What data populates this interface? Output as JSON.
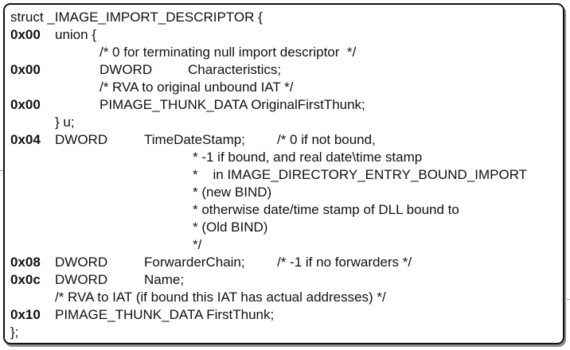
{
  "code_block": {
    "lines": [
      {
        "text": "struct _IMAGE_IMPORT_DESCRIPTOR {"
      },
      {
        "offset": "0x00",
        "text": "union {"
      },
      {
        "text": "/* 0 for terminating null import descriptor  */"
      },
      {
        "offset": "0x00",
        "type": "DWORD",
        "text": "Characteristics;"
      },
      {
        "text": "/* RVA to original unbound IAT */"
      },
      {
        "offset": "0x00",
        "text": "PIMAGE_THUNK_DATA OriginalFirstThunk;"
      },
      {
        "text": "} u;"
      },
      {
        "offset": "0x04",
        "type": "DWORD",
        "name": "TimeDateStamp;",
        "comment": "/* 0 if not bound,"
      },
      {
        "text": "* -1 if bound, and real date\\time stamp"
      },
      {
        "text": "*    in IMAGE_DIRECTORY_ENTRY_BOUND_IMPORT"
      },
      {
        "text": "* (new BIND)"
      },
      {
        "text": "* otherwise date/time stamp of DLL bound to"
      },
      {
        "text": "* (Old BIND)"
      },
      {
        "text": "*/"
      },
      {
        "offset": "0x08",
        "type": "DWORD",
        "name": "ForwarderChain;",
        "comment": "/* -1 if no forwarders */"
      },
      {
        "offset": "0x0c",
        "type": "DWORD",
        "name": "Name;"
      },
      {
        "text": "/* RVA to IAT (if bound this IAT has actual addresses) */"
      },
      {
        "offset": "0x10",
        "text": "PIMAGE_THUNK_DATA FirstThunk;"
      },
      {
        "text": "};"
      }
    ]
  }
}
